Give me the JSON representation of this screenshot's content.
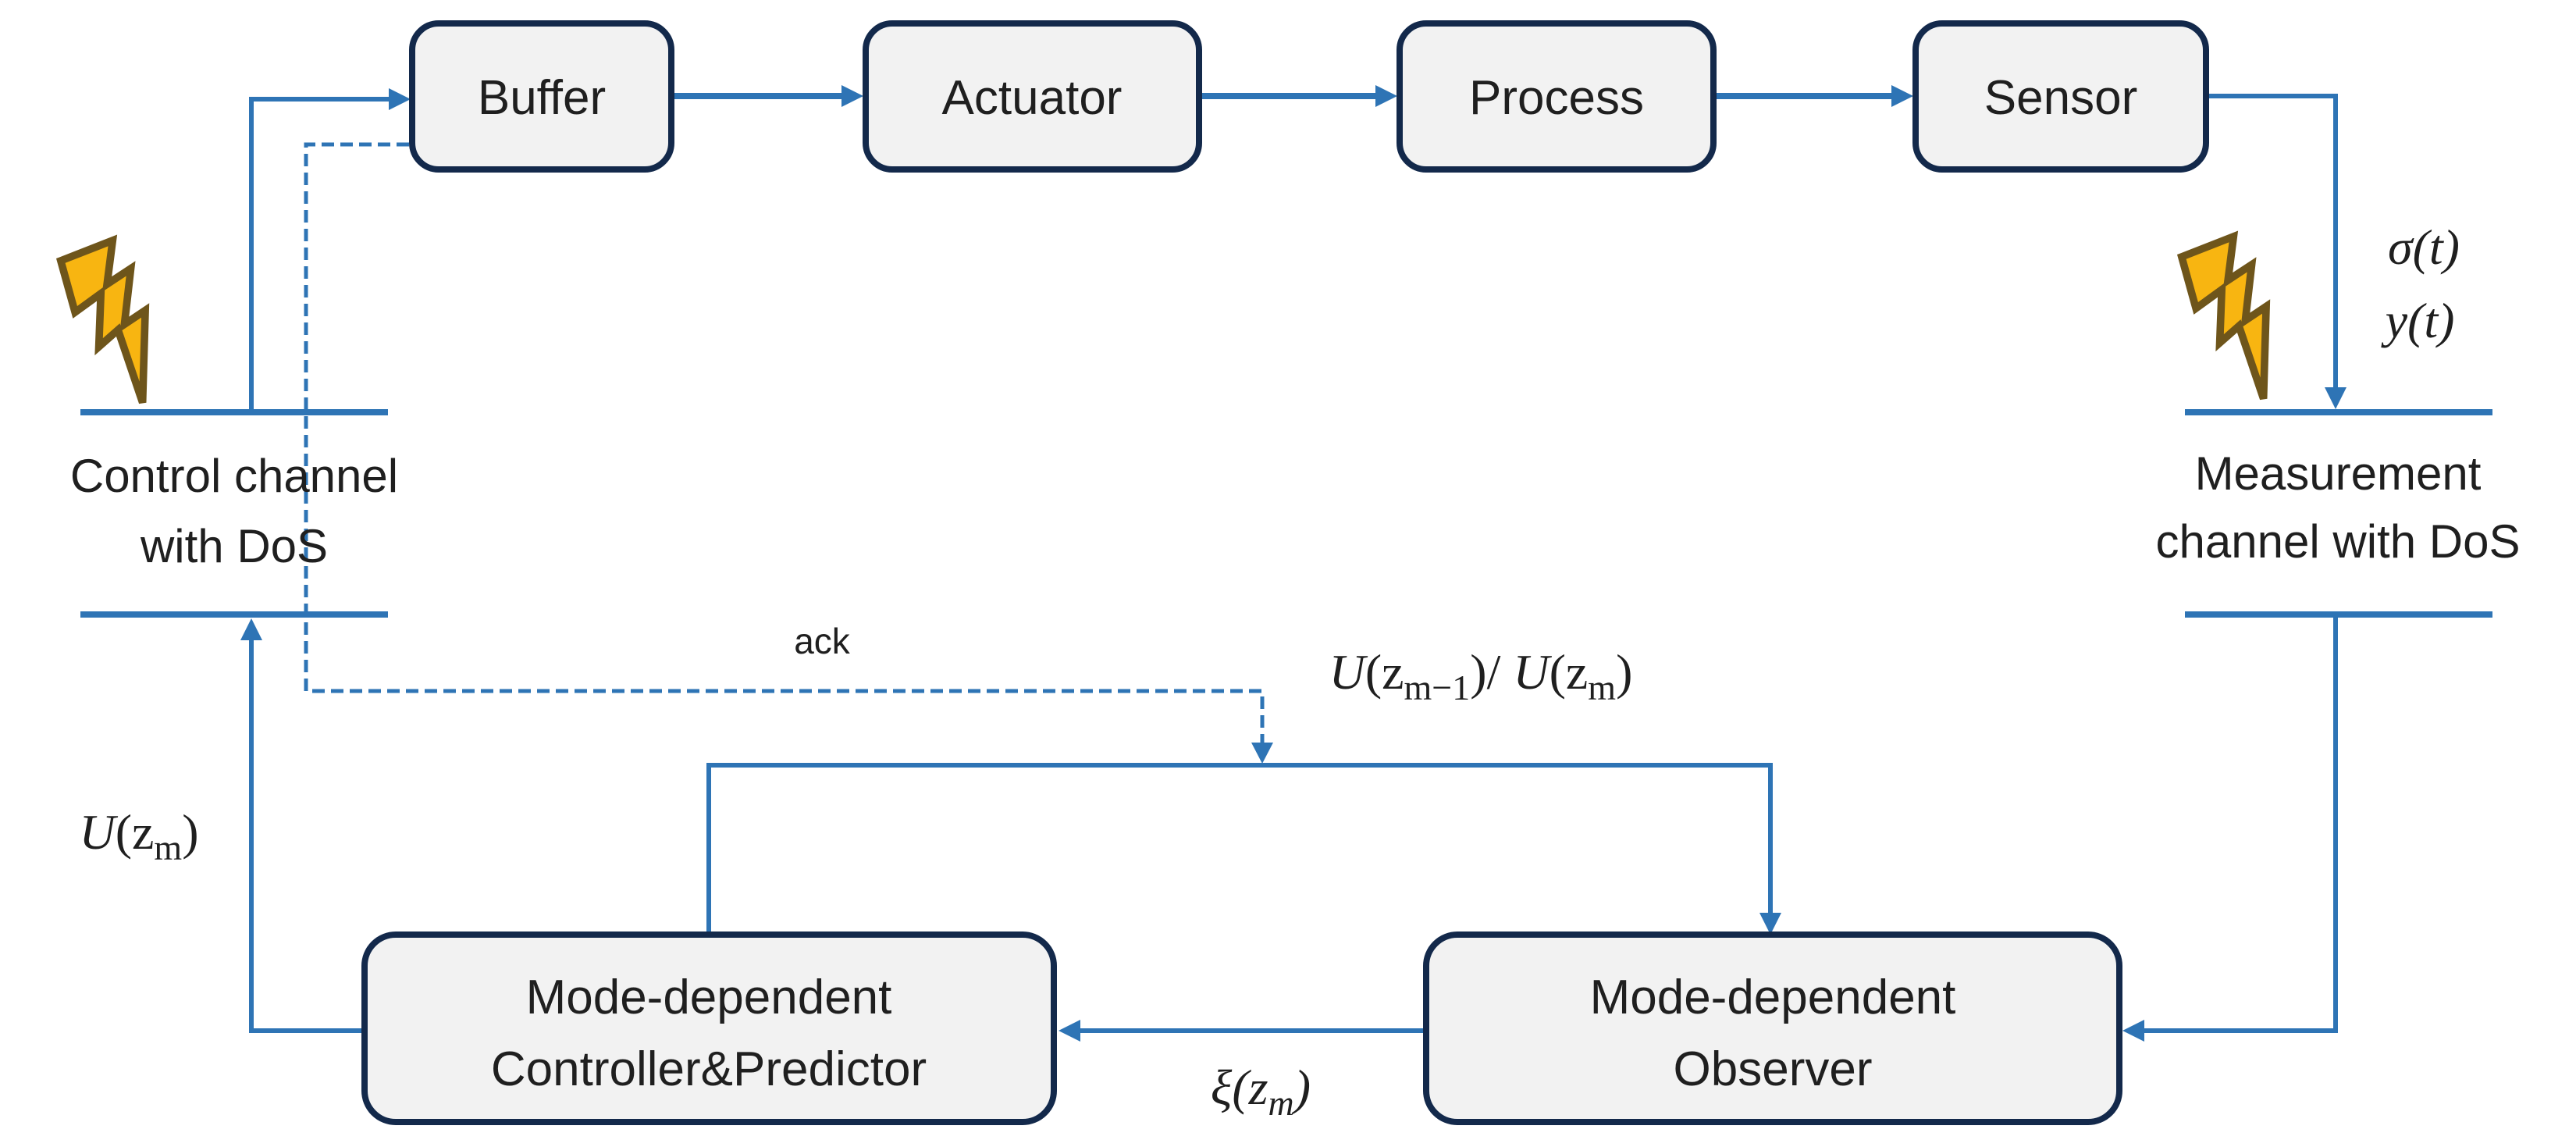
{
  "title": "Networked control system with DoS attacks block diagram",
  "colors": {
    "wire_blue": "#2E74B5",
    "box_border": "#13294B",
    "box_fill": "#F2F2F2",
    "text": "#1F1F1F",
    "bolt_fill": "#F8B511",
    "bolt_stroke": "#6E551B"
  },
  "blocks": {
    "buffer": "Buffer",
    "actuator": "Actuator",
    "process": "Process",
    "sensor": "Sensor",
    "controller_line1": "Mode-dependent",
    "controller_line2": "Controller&Predictor",
    "observer_line1": "Mode-dependent",
    "observer_line2": "Observer"
  },
  "channels": {
    "control_line1": "Control channel",
    "control_line2": "with DoS",
    "measurement_line1": "Measurement",
    "measurement_line2": "channel with DoS"
  },
  "labels": {
    "sigma": "σ(t)",
    "y_out": "y(t)",
    "ack": "ack",
    "u_pair": {
      "p1": "U",
      "p2": "(z",
      "s1": "m−1",
      "p3": ")/ ",
      "p4": "U",
      "p5": "(z",
      "s2": "m",
      "p6": ")"
    },
    "u_zm": {
      "p1": "U",
      "p2": "(z",
      "s1": "m",
      "p3": ")"
    },
    "xi": {
      "p1": "ξ(z",
      "s1": "m",
      "p2": ")"
    }
  }
}
